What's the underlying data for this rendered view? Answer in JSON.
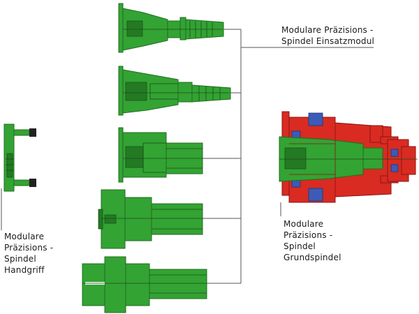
{
  "labels": {
    "einsatzmodul": [
      "Modulare Präzisions -",
      "Spindel Einsatzmodul"
    ],
    "grundspindel": [
      "Modulare",
      "Präzisions -",
      "Spindel",
      "Grundspindel"
    ],
    "handgriff": [
      "Modulare",
      "Präzisions -",
      "Spindel",
      "Handgriff"
    ]
  },
  "colors": {
    "green": "#33a333",
    "green_dark": "#1f6e1f",
    "red": "#d92b22",
    "red_dark": "#8c1410",
    "blue": "#3c5bb8",
    "line": "#555555"
  }
}
